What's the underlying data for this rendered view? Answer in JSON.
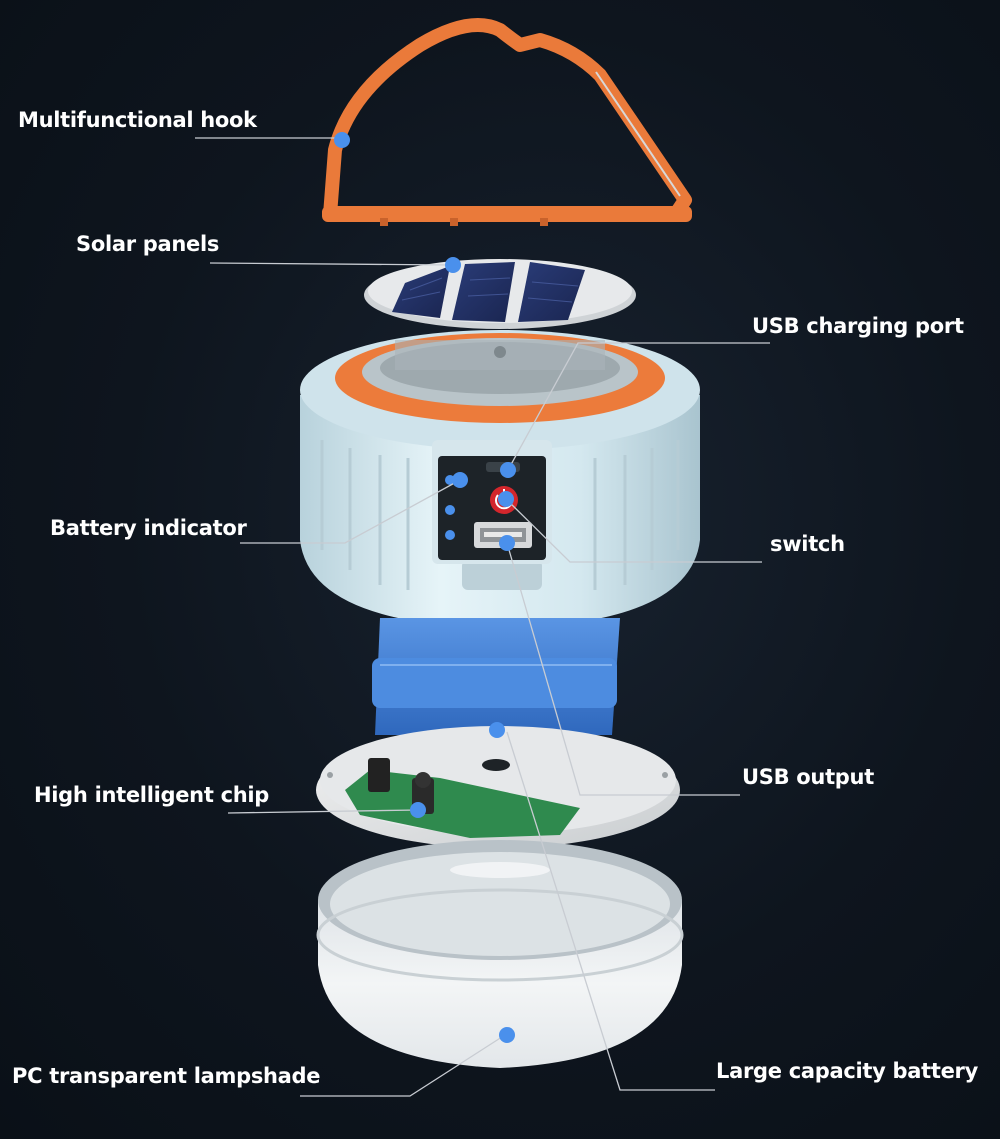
{
  "colors": {
    "background": "#0e151e",
    "hook": "#ea7a3a",
    "marker": "#4a90ec",
    "leader": "#c8ccd2",
    "body_shell": "#d7e9f0",
    "orange_ring": "#ec7b3b",
    "blue_strap": "#3f7fd6",
    "pcb": "#2f8a4e"
  },
  "labels": {
    "hook": "Multifunctional hook",
    "solar": "Solar panels",
    "usb_port": "USB charging port",
    "battery_indicator": "Battery indicator",
    "switch": "switch",
    "usb_output": "USB output",
    "chip": "High intelligent chip",
    "battery": "Large capacity battery",
    "lampshade": "PC transparent lampshade"
  },
  "icons": [
    "power-icon",
    "usb-port-icon"
  ]
}
